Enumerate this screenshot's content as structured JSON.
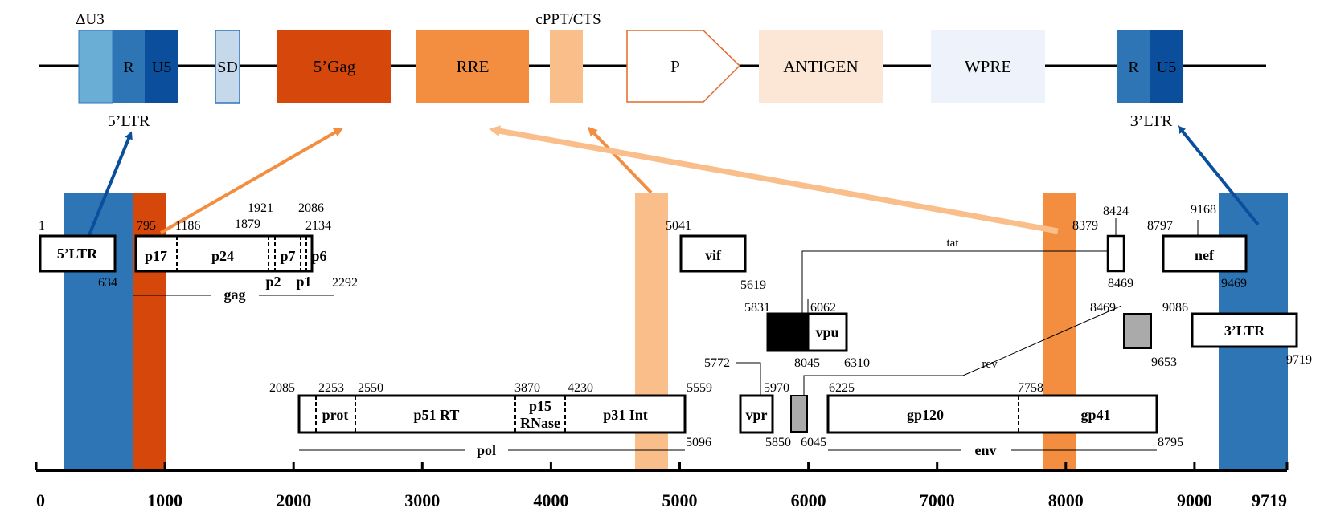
{
  "vector": {
    "du3_label": "ΔU3",
    "r_label": "R",
    "u5_label": "U5",
    "sd_label": "SD",
    "gag5_label": "5’Gag",
    "rre_label": "RRE",
    "cppt_label": "cPPT/CTS",
    "p_label": "P",
    "antigen_label": "ANTIGEN",
    "wpre_label": "WPRE",
    "r3_label": "R",
    "u53_label": "U5",
    "ltr5_label": "5’LTR",
    "ltr3_label": "3’LTR"
  },
  "genome": {
    "ltr5": "5’LTR",
    "ltr3": "3’LTR",
    "p17": "p17",
    "p24": "p24",
    "p7": "p7",
    "p6": "p6",
    "p2": "p2",
    "p1": "p1",
    "gag": "gag",
    "vif": "vif",
    "vpu": "vpu",
    "vpr": "vpr",
    "nef": "nef",
    "tat": "tat",
    "rev": "rev",
    "prot": "prot",
    "p51rt": "p51 RT",
    "p15": "p15",
    "rnase": "RNase",
    "p31int": "p31 Int",
    "pol": "pol",
    "gp120": "gp120",
    "gp41": "gp41",
    "env": "env"
  },
  "positions": {
    "n1": "1",
    "n634": "634",
    "n795": "795",
    "n1186": "1186",
    "n1879": "1879",
    "n1921": "1921",
    "n2086": "2086",
    "n2134": "2134",
    "n2292": "2292",
    "n5041": "5041",
    "n5619": "5619",
    "n5831": "5831",
    "n6062": "6062",
    "n8045": "8045",
    "n6310": "6310",
    "n5772": "5772",
    "n5559": "5559",
    "n5970": "5970",
    "n5850": "5850",
    "n6045": "6045",
    "n6225": "6225",
    "n7758": "7758",
    "n8795": "8795",
    "n2085": "2085",
    "n2253": "2253",
    "n2550": "2550",
    "n3870": "3870",
    "n4230": "4230",
    "n5096": "5096",
    "n8379": "8379",
    "n8424": "8424",
    "n8469a": "8469",
    "n8469b": "8469",
    "n9653": "9653",
    "n8797": "8797",
    "n9168": "9168",
    "n9469": "9469",
    "n9086": "9086",
    "n9719": "9719"
  },
  "axis": {
    "min": 0,
    "max": 9719,
    "ticks": [
      "0",
      "1000",
      "2000",
      "3000",
      "4000",
      "5000",
      "6000",
      "7000",
      "8000",
      "9000",
      "9719"
    ]
  },
  "colors": {
    "ltr_blue": "#2e75b6",
    "u5_blue": "#0b4e9c",
    "du3_blue": "#6aaed6",
    "sd_blue": "#c5d9eb",
    "gag_red": "#d6470b",
    "rre_orange": "#f38d3f",
    "cppt_orange": "#f9be8a",
    "antigen_peach": "#fce6d6",
    "wpre_blue": "#eef3fb"
  }
}
